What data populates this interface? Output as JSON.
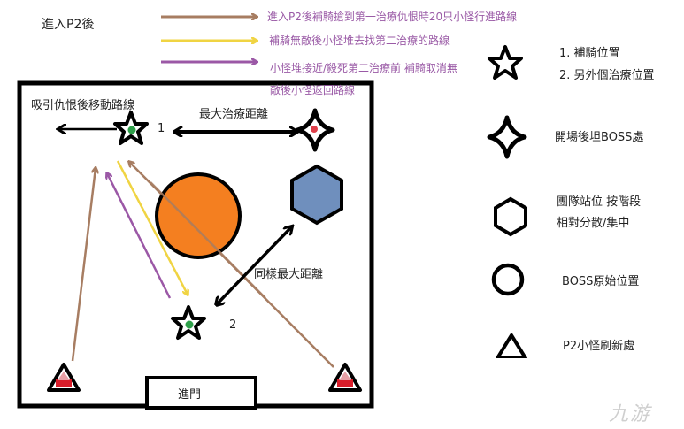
{
  "title": "進入P2後",
  "colors": {
    "brown": "#a77d62",
    "yellow": "#f0d443",
    "purple": "#9b58a6",
    "purple_text": "#9a5aa6",
    "orange": "#f47f20",
    "hex_blue": "#6f8fbd",
    "green_dot": "#2ea04a",
    "red_mark": "#d91d2a",
    "black": "#000000"
  },
  "route_legend": [
    {
      "color": "brown",
      "text": "進入P2後補騎搶到第一治療仇恨時20只小怪行進路線"
    },
    {
      "color": "yellow",
      "text": "補騎無敵後小怪堆去找第二治療的路線"
    },
    {
      "color": "purple",
      "text": "小怪堆接近/殺死第二治療前 補騎取消無",
      "text2": "敵後小怪返回路線"
    }
  ],
  "map": {
    "aggro_move_label": "吸引仇恨後移動路線",
    "max_heal_distance_label": "最大治療距離",
    "same_max_distance_label": "同樣最大距離",
    "healer_1_label": "1",
    "healer_2_label": "2",
    "door_label": "進門"
  },
  "symbol_legend": [
    {
      "icon": "five-point-star",
      "lines": [
        "1. 補騎位置",
        "2. 另外個治療位置"
      ]
    },
    {
      "icon": "four-point-star",
      "lines": [
        "開場後坦BOSS處"
      ]
    },
    {
      "icon": "hexagon",
      "lines": [
        "團隊站位 按階段",
        "相對分散/集中"
      ]
    },
    {
      "icon": "circle",
      "lines": [
        "BOSS原始位置"
      ]
    },
    {
      "icon": "triangle",
      "lines": [
        "P2小怪刷新處"
      ]
    }
  ],
  "watermark": "九游"
}
